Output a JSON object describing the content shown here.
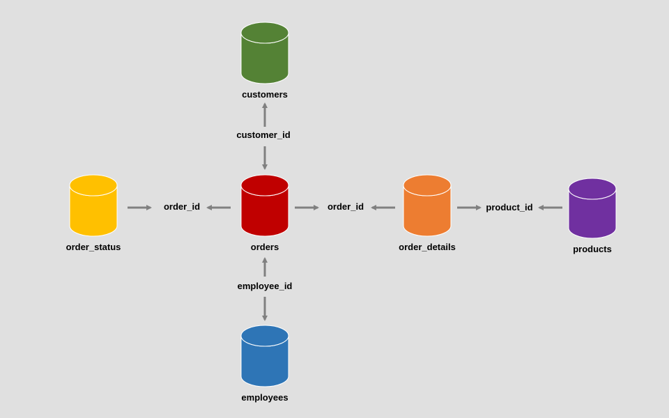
{
  "tables": {
    "customers": {
      "name": "customers",
      "color": "#548235"
    },
    "order_status": {
      "name": "order_status",
      "color": "#ffc000"
    },
    "orders": {
      "name": "orders",
      "color": "#c00000"
    },
    "order_details": {
      "name": "order_details",
      "color": "#ed7d31"
    },
    "products": {
      "name": "products",
      "color": "#7030a0"
    },
    "employees": {
      "name": "employees",
      "color": "#2e75b6"
    }
  },
  "relationships": {
    "customer_id": "customer_id",
    "employee_id": "employee_id",
    "order_id_left": "order_id",
    "order_id_right": "order_id",
    "product_id": "product_id"
  },
  "colors": {
    "background": "#e0e0e0",
    "arrow": "#808080"
  }
}
